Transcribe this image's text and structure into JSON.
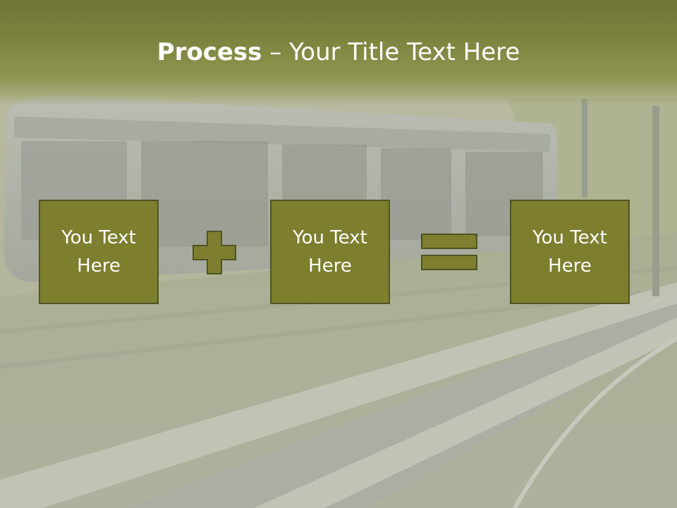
{
  "slide": {
    "title_bold": "Process",
    "title_sep": " – ",
    "title_rest": "Your Title Text Here"
  },
  "boxes": [
    {
      "label": "You Text Here"
    },
    {
      "label": "You Text Here"
    },
    {
      "label": "You Text Here"
    }
  ],
  "operators": [
    "plus-icon",
    "equals-icon"
  ],
  "colors": {
    "title_band": "#7e8540",
    "box_fill": "#7d7e2e",
    "box_border": "#4f5422",
    "text": "#ffffff"
  }
}
